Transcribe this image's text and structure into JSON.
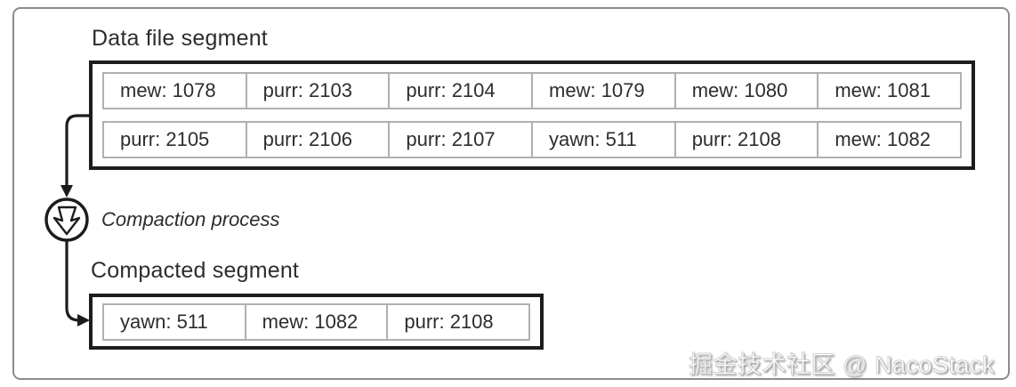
{
  "data_file_segment": {
    "title": "Data file segment",
    "rows": [
      [
        "mew: 1078",
        "purr: 2103",
        "purr: 2104",
        "mew: 1079",
        "mew: 1080",
        "mew: 1081"
      ],
      [
        "purr: 2105",
        "purr: 2106",
        "purr: 2107",
        "yawn: 511",
        "purr: 2108",
        "mew: 1082"
      ]
    ]
  },
  "compaction": {
    "label": "Compaction process",
    "icon": "circled-down-arrow-icon"
  },
  "compacted_segment": {
    "title": "Compacted segment",
    "cells": [
      "yawn: 511",
      "mew: 1082",
      "purr: 2108"
    ]
  },
  "watermark": "掘金技术社区 @ NacoStack",
  "colors": {
    "box_border": "#1c1c1c",
    "cell_border": "#b0b0b0",
    "text": "#2d2d2d",
    "frame_border": "#8c8c8c",
    "bg": "#ffffff"
  }
}
